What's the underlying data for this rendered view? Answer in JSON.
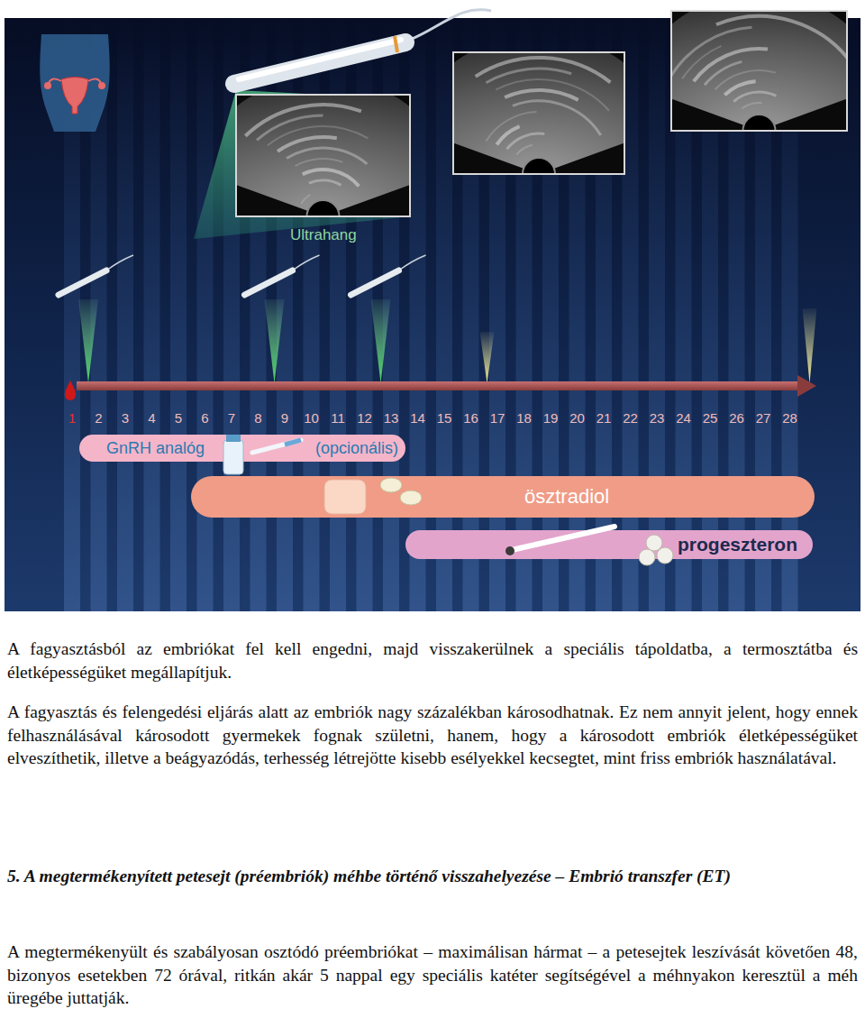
{
  "diagram": {
    "nodes": [
      {
        "text": [
          "GnRH analóg",
          "(opcionális)"
        ]
      },
      {
        "text": [
          "ösztradiol"
        ]
      },
      {
        "text": [
          "progeszteron"
        ]
      }
    ],
    "labels": [
      "Ultrahang",
      "1",
      "2",
      "3",
      "4",
      "5",
      "6",
      "7",
      "8",
      "9",
      "10",
      "11",
      "12",
      "13",
      "14",
      "15",
      "16",
      "17",
      "18",
      "19",
      "20",
      "21",
      "22",
      "23",
      "24",
      "25",
      "26",
      "27",
      "28",
      "A fagyasztásból az embriókat fel kell engedni, majd visszakerülnek a speciális tápoldatba, a termosztátba és életképességüket megállapítjuk.",
      "A fagyasztás és felengedési eljárás alatt az embriók nagy százalékban károsodhatnak. Ez nem annyit jelent, hogy ennek felhasználásával károsodott gyermekek fognak születni, hanem, hogy a károsodott embriók életképességüket elveszíthetik, illetve a beágyazódás, terhesség létrejötte kisebb esélyekkel kecsegtet, mint friss embriók használatával.",
      "5. A megtermékenyített petesejt (préembriók) méhbe történő visszahelyezése – Embrió transzfer (ET)",
      "A megtermékenyült és szabályosan osztódó préembriókat – maximálisan hármat – a petesejtek leszívását követően 48, bizonyos esetekben 72 órával, ritkán akár 5 nappal egy speciális katéter segítségével a méhnyakon keresztül a méh üregébe juttatják."
    ]
  }
}
